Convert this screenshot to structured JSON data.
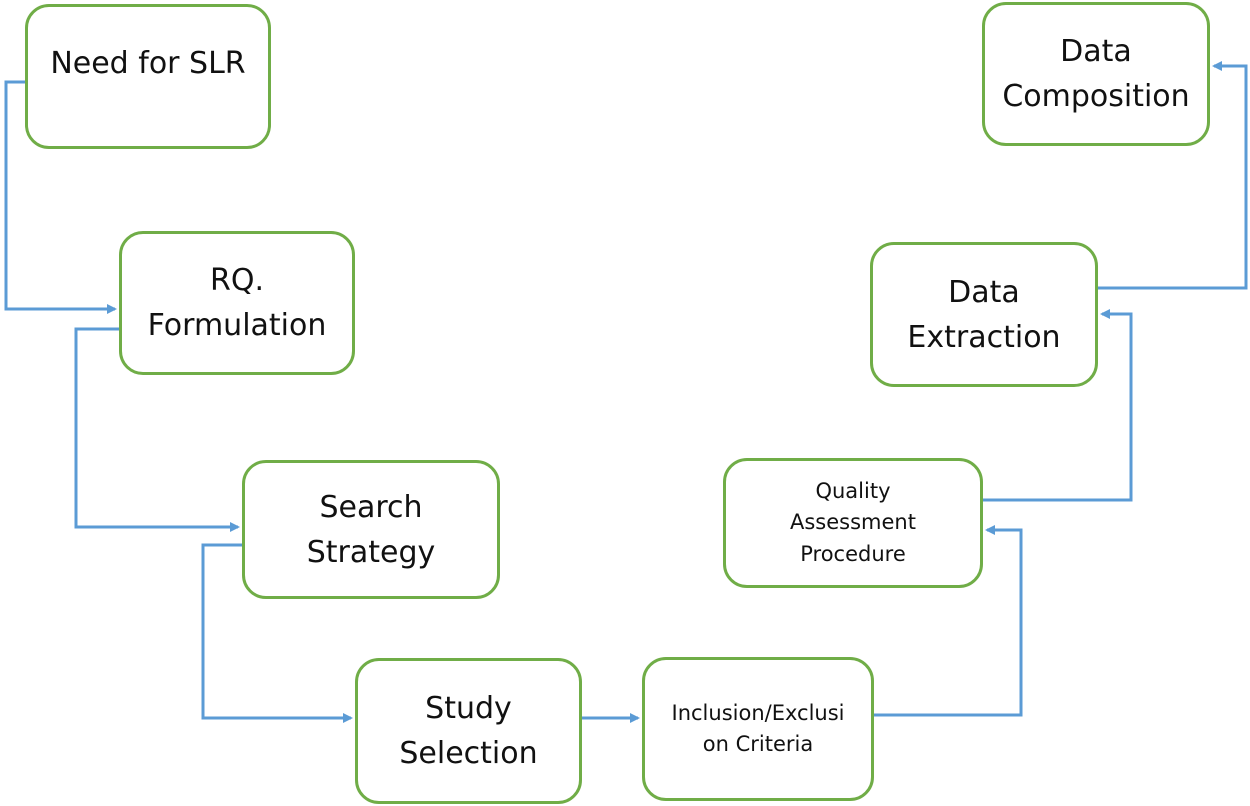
{
  "diagram": {
    "nodes": {
      "need": {
        "label": "Need for SLR"
      },
      "rq": {
        "lines": [
          "RQ.",
          "Formulation"
        ]
      },
      "search": {
        "lines": [
          "Search",
          "Strategy"
        ]
      },
      "study": {
        "lines": [
          "Study",
          "Selection"
        ]
      },
      "inclusion": {
        "lines": [
          "Inclusion/Exclusi",
          "on Criteria"
        ]
      },
      "quality": {
        "lines": [
          "Quality",
          "Assessment",
          "Procedure"
        ]
      },
      "extraction": {
        "lines": [
          "Data",
          "Extraction"
        ]
      },
      "composition": {
        "lines": [
          "Data",
          "Composition"
        ]
      }
    },
    "edges": [
      {
        "from": "need",
        "to": "rq"
      },
      {
        "from": "rq",
        "to": "search"
      },
      {
        "from": "search",
        "to": "study"
      },
      {
        "from": "study",
        "to": "inclusion"
      },
      {
        "from": "inclusion",
        "to": "quality"
      },
      {
        "from": "quality",
        "to": "extraction"
      },
      {
        "from": "extraction",
        "to": "composition"
      }
    ],
    "colors": {
      "node_border": "#70ad47",
      "connector": "#5b9bd5",
      "text": "#111111"
    }
  }
}
